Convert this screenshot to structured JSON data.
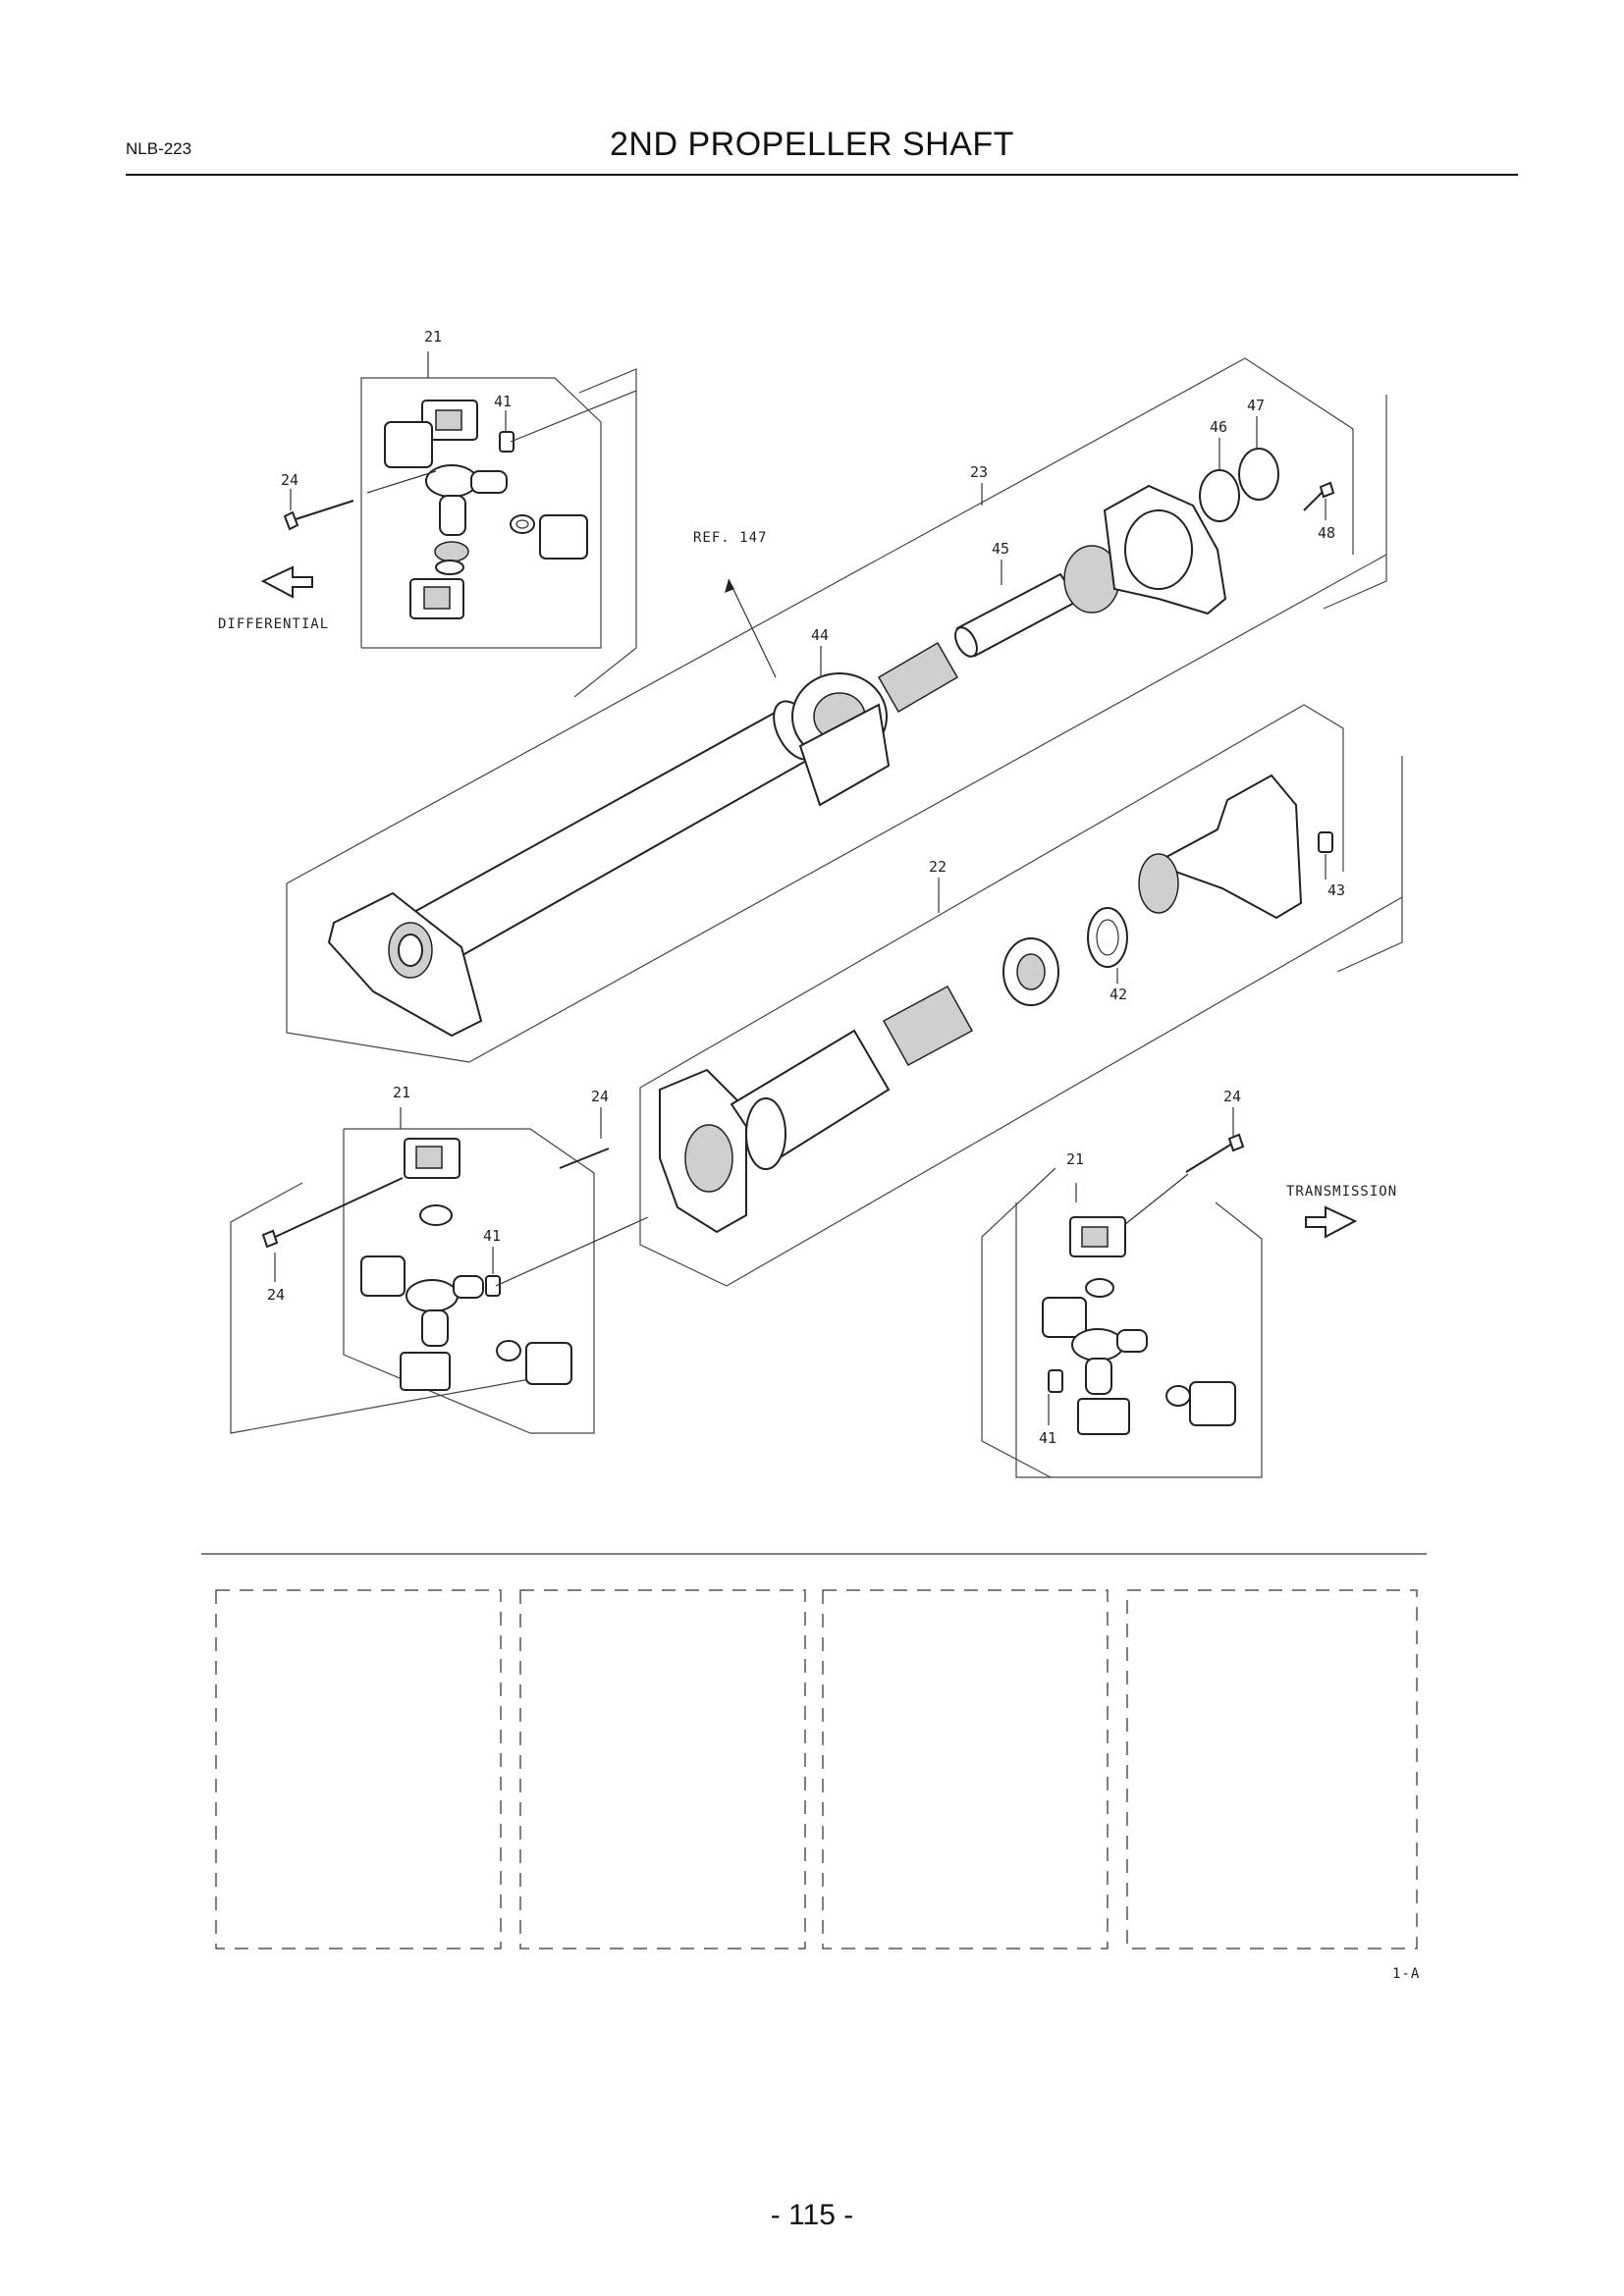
{
  "header": {
    "code": "NLB-223",
    "title": "2ND PROPELLER SHAFT"
  },
  "diagram": {
    "callouts": {
      "c21_top": "21",
      "c41_top": "41",
      "c24_top": "24",
      "c23": "23",
      "c45": "45",
      "c44": "44",
      "c46": "46",
      "c47": "47",
      "c48": "48",
      "c22": "22",
      "c43": "43",
      "c42": "42",
      "c21_left": "21",
      "c24_mid": "24",
      "c41_left": "41",
      "c24_left": "24",
      "c24_right": "24",
      "c21_right": "21",
      "c41_right": "41"
    },
    "labels": {
      "differential": "DIFFERENTIAL",
      "transmission": "TRANSMISSION",
      "ref": "REF. 147",
      "variant": "1-A"
    }
  },
  "page_number": "- 115 -"
}
